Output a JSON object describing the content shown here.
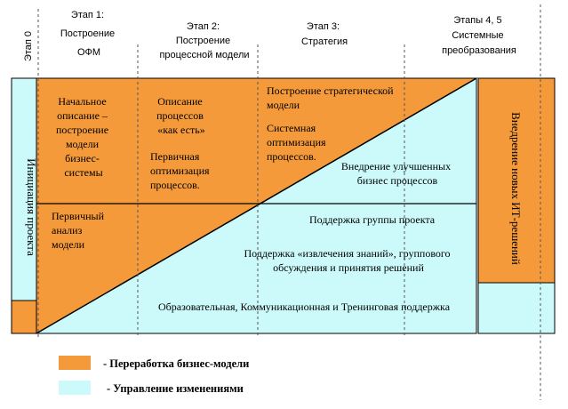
{
  "colors": {
    "business_model": "#f59a3a",
    "change_management": "#ccfafa",
    "border": "#000000",
    "dashed": "#555555"
  },
  "stages": {
    "stage0": "Этап 0",
    "stage1": [
      "Этап 1:",
      "Построение",
      "ОФМ"
    ],
    "stage2": [
      "Этап 2:",
      "Построение",
      "процессной модели"
    ],
    "stage3": [
      "Этап 3:",
      "Стратегия"
    ],
    "stage45": [
      "Этапы 4, 5",
      "Системные",
      "преобразования"
    ]
  },
  "left_column": {
    "label": "Инициация проекта"
  },
  "right_column": {
    "label": "Внедрение новых ИТ-решений"
  },
  "blocks": {
    "initial_description": [
      "Начальное",
      "описание –",
      "построение",
      "модели",
      "бизнес-",
      "системы"
    ],
    "primary_analysis": [
      "Первичный",
      "анализ",
      "модели"
    ],
    "process_description": [
      "Описание",
      "процессов",
      "«как есть»"
    ],
    "primary_optimization": [
      "Первичная",
      "оптимизация",
      "процессов."
    ],
    "strategic_model": [
      "Построение стратегической",
      "модели"
    ],
    "system_optimization": [
      "Системная",
      "оптимизация",
      "процессов."
    ],
    "improved_processes": [
      "Внедрение улучшенных",
      "бизнес процессов"
    ],
    "team_support": "Поддержка группы проекта",
    "knowledge_support": [
      "Поддержка «извлечения знаний», группового",
      "обсуждения и принятия решений"
    ],
    "training_support": "Образовательная, Коммуникационная и Тренинговая поддержка"
  },
  "legend": {
    "business_model": "- Переработка бизнес-модели",
    "change_management": "- Управление изменениями"
  }
}
